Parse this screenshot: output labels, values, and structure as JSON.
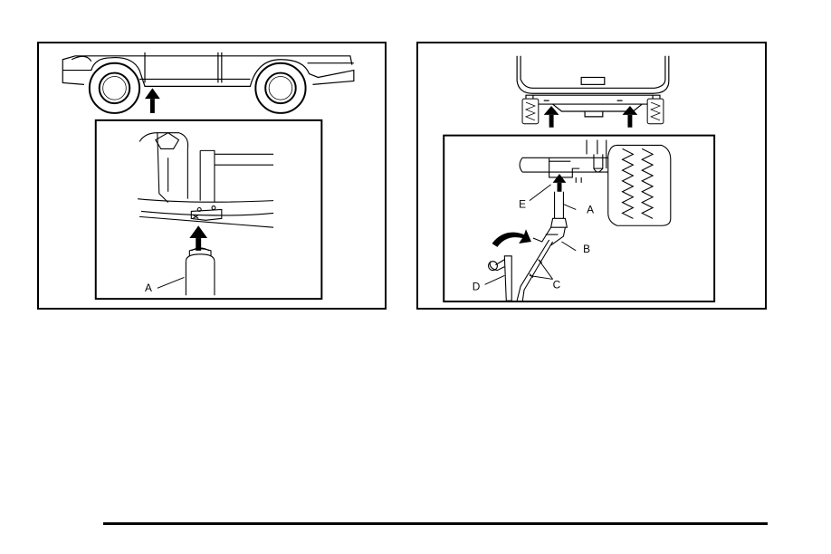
{
  "figures": {
    "left": {
      "callouts": {
        "a": "A"
      }
    },
    "right": {
      "callouts": {
        "a": "A",
        "b": "B",
        "c": "C",
        "d": "D",
        "e": "E"
      }
    }
  }
}
